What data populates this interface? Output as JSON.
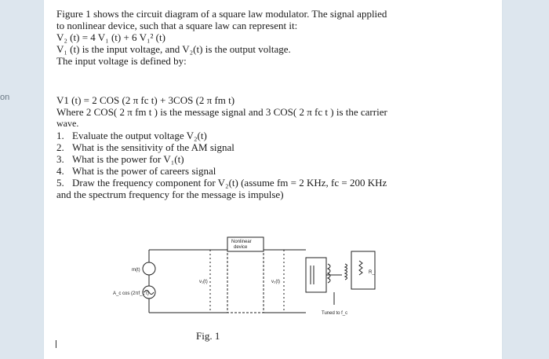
{
  "side_fragment": "on",
  "problem": {
    "intro_1": "Figure 1 shows the circuit diagram of a square law modulator. The signal applied",
    "intro_2": "to nonlinear device, such that a square law can represent it:",
    "equation": "V₂ (t) = 4 V₁ (t) + 6 V₁² (t)",
    "def_line": "V₁ (t) is the input voltage, and V₂(t)   is the output voltage.",
    "input_def": "The input voltage is defined by:",
    "v1_equation": "V1 (t) = 2 COS (2 π fc t) + 3COS (2 π fm t)",
    "where_line": "Where  2 COS( 2 π fm t ) is the message signal and 3 COS( 2 π fc t ) is the carrier",
    "where_cont": "wave.",
    "questions": [
      {
        "num": "1.",
        "text": "Evaluate the output voltage V₂(t)"
      },
      {
        "num": "2.",
        "text": "What is the sensitivity of the AM signal"
      },
      {
        "num": "3.",
        "text": "What is the power for V₁(t)"
      },
      {
        "num": "4.",
        "text": "What is the power of careers signal"
      },
      {
        "num": "5.",
        "text": "Draw the frequency component for V₂(t) (assume fm = 2 KHz, fc = 200 KHz"
      }
    ],
    "q5_cont": "and the spectrum frequency for the message is impulse)"
  },
  "diagram": {
    "box_label_1": "Nonlinear",
    "box_label_2": "device",
    "mt_label": "m(t)",
    "carrier_label": "A_c cos (2πf_c t)",
    "v1_label": "v₁(t)",
    "v2_label": "v₂(t)",
    "tuned_label": "Tuned to f_c",
    "r_label": "R_l"
  },
  "caption": "Fig. 1"
}
